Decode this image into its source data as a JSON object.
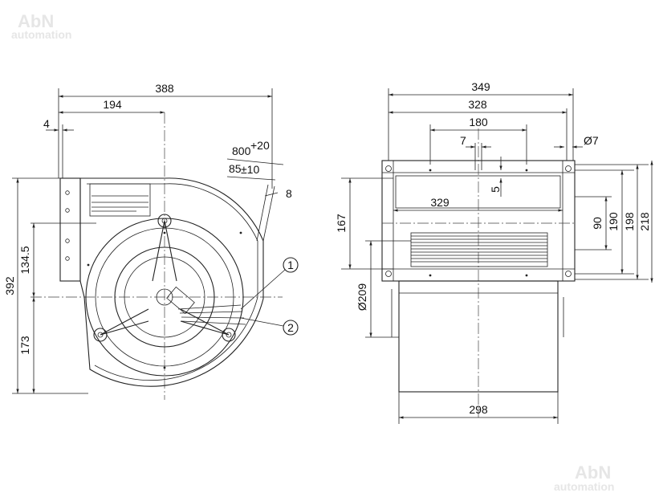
{
  "watermark": {
    "brand": "AbN",
    "sub": "automation"
  },
  "front_view": {
    "dims": {
      "overall_width": "388",
      "center_offset": "194",
      "flange": "4",
      "cable_length": "800",
      "cable_length_tol": "+20",
      "cable_strip": "85",
      "cable_strip_tol": "±10",
      "cable_angle": "8",
      "overall_height": "392",
      "upper_height": "134.5",
      "lower_height": "173"
    },
    "callouts": [
      "1",
      "2"
    ]
  },
  "side_view": {
    "dims": {
      "overall_width": "349",
      "flange_width": "328",
      "hole_spacing": "180",
      "slot_width": "7",
      "hole_dia": "Ø7",
      "slot_depth": "5",
      "inner_width": "329",
      "outlet_height": "167",
      "hole_spacing_v": "90",
      "height_190": "190",
      "height_198": "198",
      "height_218": "218",
      "wheel_dia": "Ø209",
      "housing_width": "298"
    }
  },
  "colors": {
    "line": "#222222",
    "text": "#111111",
    "watermark": "#e6e6e6"
  }
}
